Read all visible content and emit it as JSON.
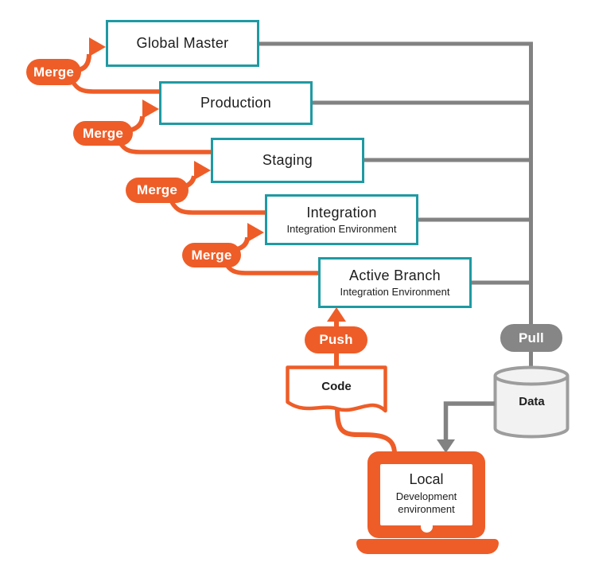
{
  "diagram": {
    "boxes": [
      {
        "title": "Global Master",
        "subtitle": ""
      },
      {
        "title": "Production",
        "subtitle": ""
      },
      {
        "title": "Staging",
        "subtitle": ""
      },
      {
        "title": "Integration",
        "subtitle": "Integration Environment"
      },
      {
        "title": "Active Branch",
        "subtitle": "Integration Environment"
      }
    ],
    "merge_pills": [
      {
        "label": "Merge"
      },
      {
        "label": "Merge"
      },
      {
        "label": "Merge"
      },
      {
        "label": "Merge"
      }
    ],
    "push_pill": {
      "label": "Push"
    },
    "pull_pill": {
      "label": "Pull"
    },
    "code_doc": {
      "label": "Code"
    },
    "data_store": {
      "label": "Data"
    },
    "local": {
      "title": "Local",
      "subtitle": "Development environment"
    },
    "colors": {
      "orange": "#EE5D28",
      "teal": "#1F9AA3",
      "gray_line": "#828282",
      "gray_pill": "#868686",
      "cylinder_fill": "#F2F2F2",
      "cylinder_stroke": "#9D9D9D",
      "text": "#1D1D1D"
    }
  }
}
